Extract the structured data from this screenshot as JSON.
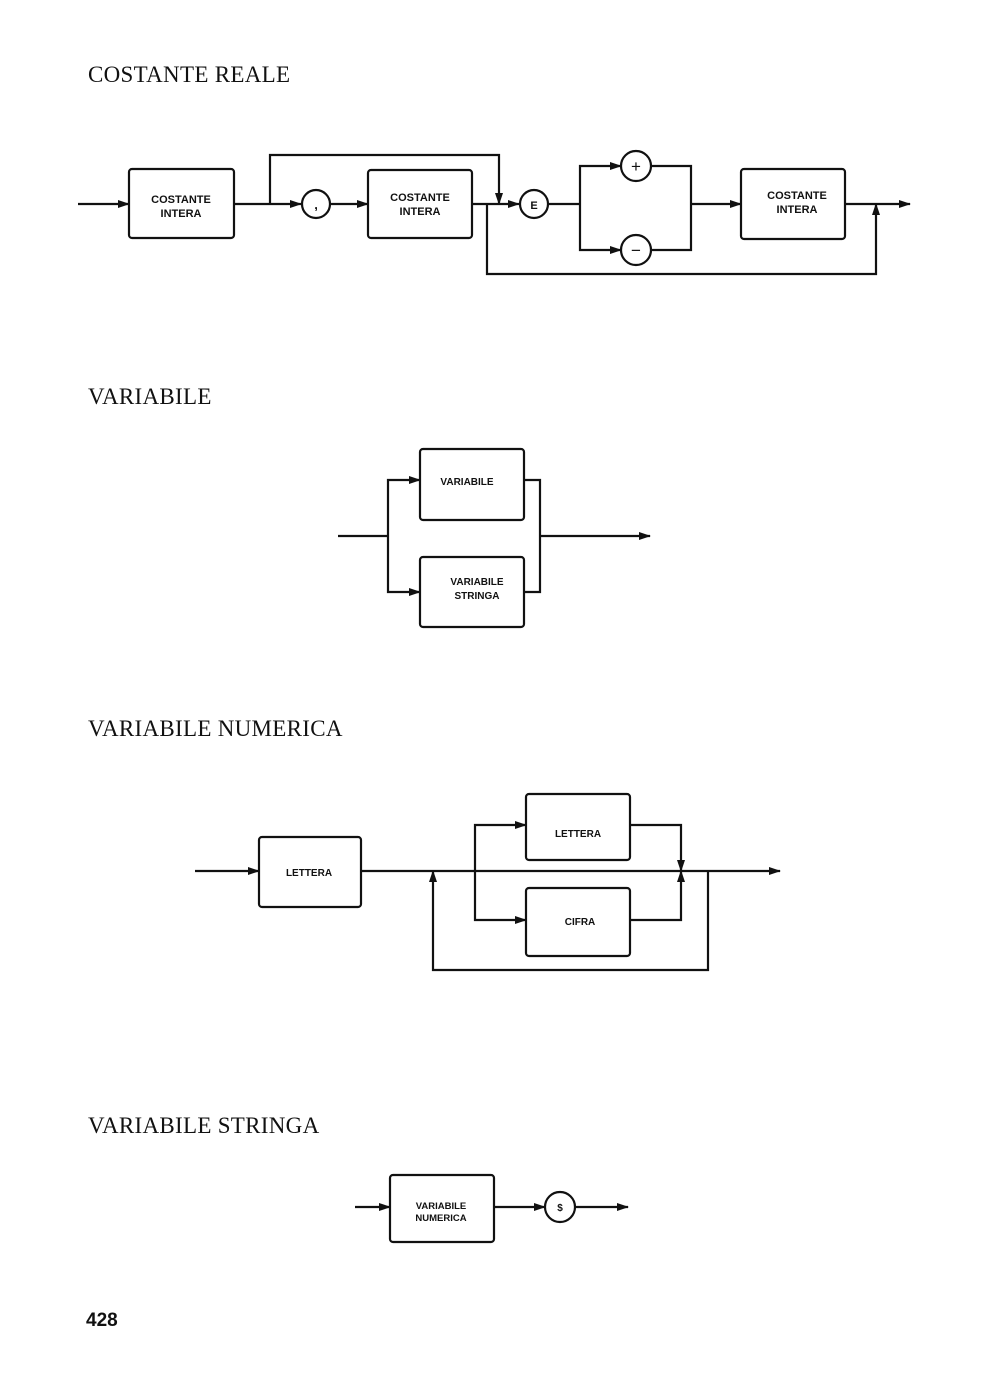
{
  "sections": {
    "costante_reale": {
      "title": "COSTANTE REALE",
      "box1": [
        "COSTANTE",
        "INTERA"
      ],
      "comma": ",",
      "box2": [
        "COSTANTE",
        "INTERA"
      ],
      "exponent": "E",
      "plus": "+",
      "minus": "−",
      "box3": [
        "COSTANTE",
        "INTERA"
      ]
    },
    "variabile": {
      "title": "VARIABILE",
      "box1": [
        "VARIABILE"
      ],
      "box2": [
        "VARIABILE",
        "STRINGA"
      ]
    },
    "variabile_numerica": {
      "title": "VARIABILE NUMERICA",
      "box1": [
        "LETTERA"
      ],
      "box2": [
        "LETTERA"
      ],
      "box3": [
        "CIFRA"
      ]
    },
    "variabile_stringa": {
      "title": "VARIABILE STRINGA",
      "box1": [
        "VARIABILE",
        "NUMERICA"
      ],
      "dollar": "$"
    }
  },
  "page_number": "428"
}
